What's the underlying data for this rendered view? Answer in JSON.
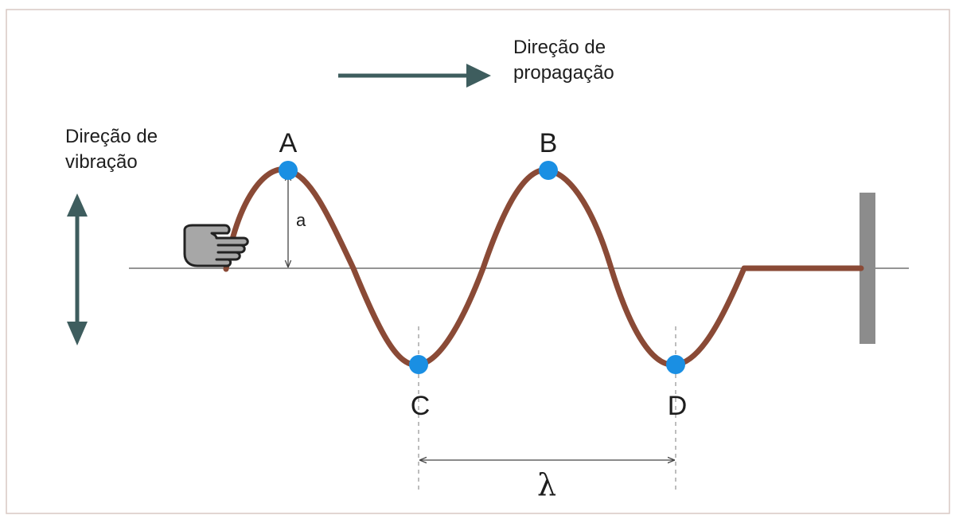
{
  "labels": {
    "propagation_line1": "Direção de",
    "propagation_line2": "propagação",
    "vibration_line1": "Direção de",
    "vibration_line2": "vibração",
    "amplitude": "a",
    "wavelength": "λ"
  },
  "points": [
    {
      "id": "A",
      "label": "A"
    },
    {
      "id": "B",
      "label": "B"
    },
    {
      "id": "C",
      "label": "C"
    },
    {
      "id": "D",
      "label": "D"
    }
  ],
  "colors": {
    "wave": "#8a4a36",
    "point": "#1a8fe3",
    "arrow": "#3e5d5e",
    "axis": "#555555",
    "wall": "#8c8c8c",
    "hand": "#a7a7a7",
    "border": "#d8c9c4"
  },
  "icons": {
    "hand": "hand-icon",
    "propagation_arrow": "arrow-right-icon",
    "vibration_arrow": "double-arrow-vertical-icon"
  }
}
